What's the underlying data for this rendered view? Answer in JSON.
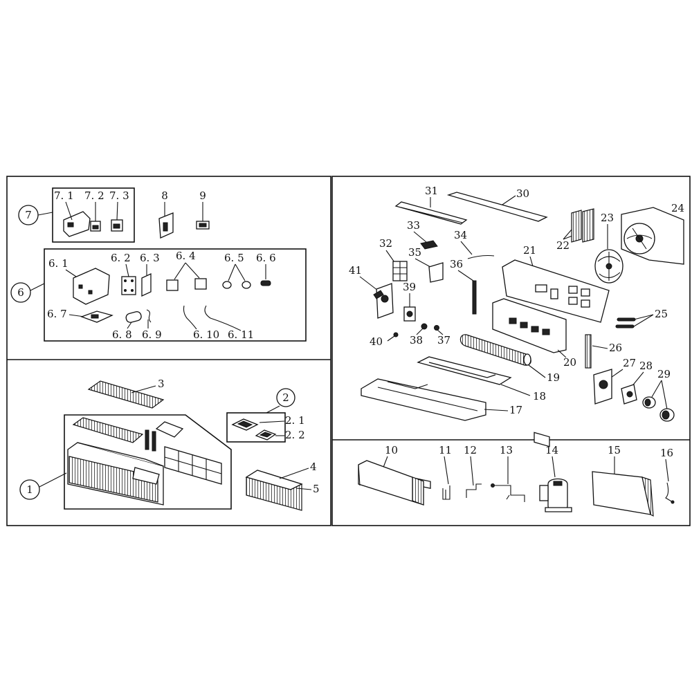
{
  "labels": {
    "p7": "7",
    "p7_1": "7. 1",
    "p7_2": "7. 2",
    "p7_3": "7. 3",
    "p8": "8",
    "p9": "9",
    "p6": "6",
    "p6_1": "6. 1",
    "p6_2": "6. 2",
    "p6_3": "6. 3",
    "p6_4": "6. 4",
    "p6_5": "6. 5",
    "p6_6": "6. 6",
    "p6_7": "6. 7",
    "p6_8": "6. 8",
    "p6_9": "6. 9",
    "p6_10": "6. 10",
    "p6_11": "6. 11",
    "p3": "3",
    "p2": "2",
    "p2_1": "2. 1",
    "p2_2": "2. 2",
    "p1": "1",
    "p4": "4",
    "p5": "5",
    "p31": "31",
    "p30": "30",
    "p24": "24",
    "p23": "23",
    "p22": "22",
    "p33": "33",
    "p34": "34",
    "p32": "32",
    "p35": "35",
    "p21": "21",
    "p41": "41",
    "p36": "36",
    "p39": "39",
    "p25": "25",
    "p40": "40",
    "p38": "38",
    "p37": "37",
    "p26": "26",
    "p20": "20",
    "p27": "27",
    "p28": "28",
    "p29": "29",
    "p19": "19",
    "p18": "18",
    "p17": "17",
    "p10": "10",
    "p11": "11",
    "p12": "12",
    "p13": "13",
    "p14": "14",
    "p15": "15",
    "p16": "16"
  }
}
